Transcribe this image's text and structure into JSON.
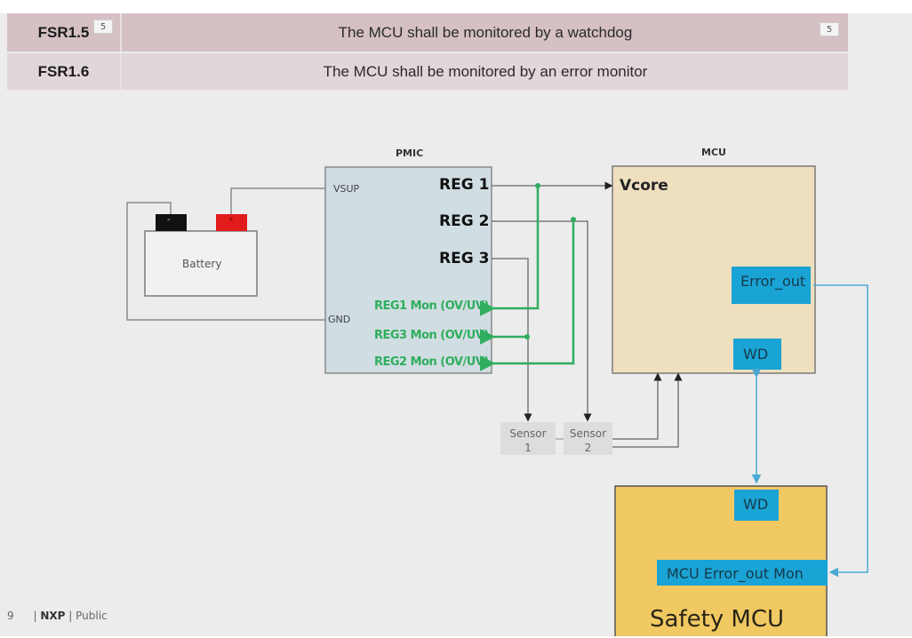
{
  "requirements": [
    {
      "id": "FSR1.5",
      "id_badge": "5",
      "text": "The MCU shall be monitored by a watchdog",
      "text_badge": "5"
    },
    {
      "id": "FSR1.6",
      "text": "The MCU shall be monitored by an error monitor"
    }
  ],
  "diagram": {
    "battery": {
      "label": "Battery",
      "neg_terminal": "-",
      "pos_terminal": "+"
    },
    "pmic": {
      "title": "PMIC",
      "pins": {
        "vsup": "VSUP",
        "gnd": "GND"
      },
      "regs": [
        "REG 1",
        "REG 2",
        "REG 3"
      ],
      "monitors": [
        "REG1 Mon (OV/UV)",
        "REG3 Mon (OV/UV)",
        "REG2 Mon (OV/UV)"
      ]
    },
    "mcu": {
      "title": "MCU",
      "vcore": "Vcore",
      "error_out": "Error_out",
      "wd": "WD"
    },
    "sensors": [
      {
        "line1": "Sensor",
        "line2": "1"
      },
      {
        "line1": "Sensor",
        "line2": "2"
      }
    ],
    "safety_mcu": {
      "title": "Safety MCU",
      "wd": "WD",
      "error_mon": "MCU Error_out Mon"
    },
    "colors": {
      "monitor_green": "#2fae5e",
      "signal_blue": "#4aa9d4",
      "block_blue": "#1aa3d5",
      "pmic_fill": "#d0dde2",
      "mcu_fill": "#eedfbf",
      "safety_fill": "#f1c962",
      "battery_pos": "#e21b1b",
      "battery_neg": "#111111"
    }
  },
  "footer": {
    "page": "9",
    "brand": "NXP",
    "classification": "Public"
  }
}
